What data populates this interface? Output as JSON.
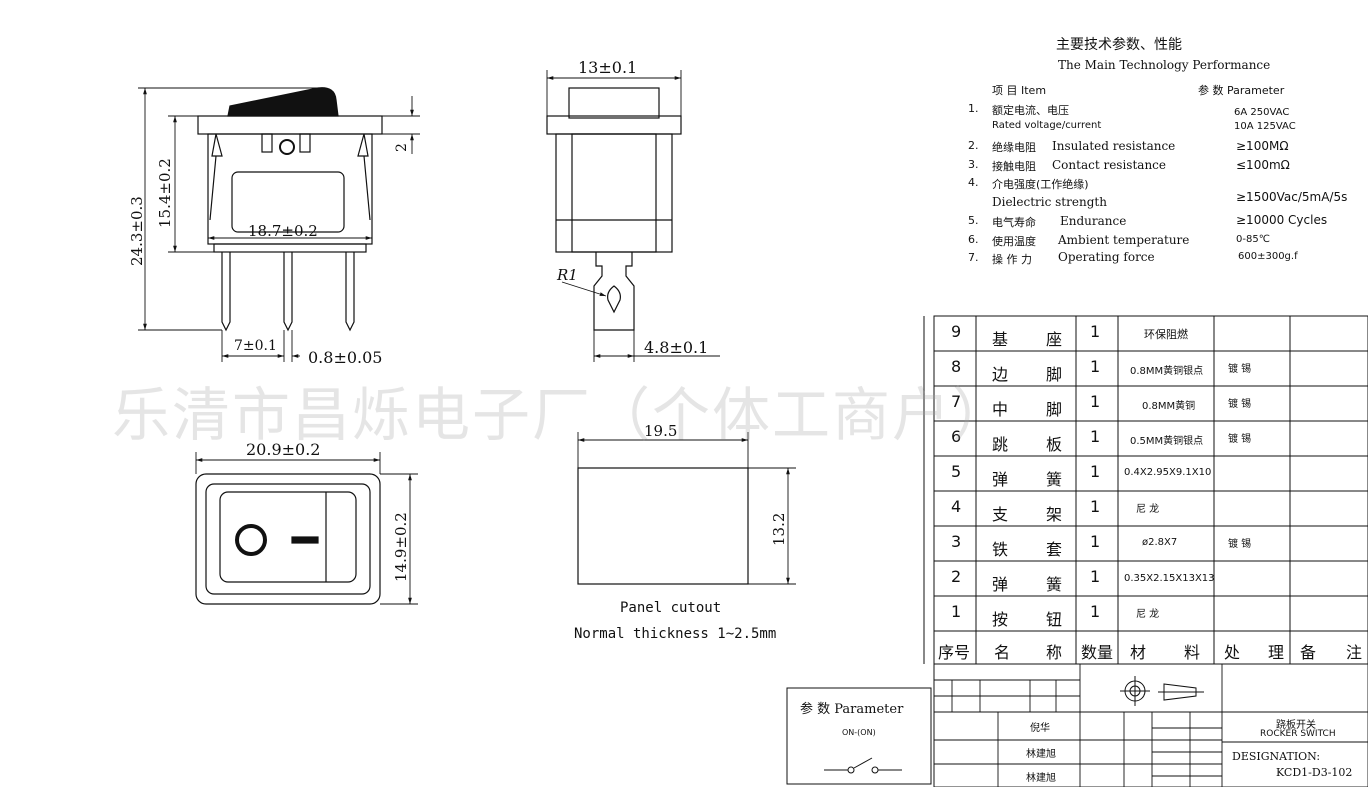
{
  "specs": {
    "title_cn": "主要技术参数、性能",
    "title_en": "The Main Technology Performance",
    "hdr_item": "项 目  Item",
    "hdr_param": "参 数  Parameter",
    "rows": [
      {
        "n": "1.",
        "cn": "额定电流、电压",
        "en": "Rated voltage/current",
        "v1": "6A    250VAC",
        "v2": "10A   125VAC"
      },
      {
        "n": "2.",
        "cn": "绝缘电阻",
        "en": "Insulated resistance",
        "v1": "≥100MΩ"
      },
      {
        "n": "3.",
        "cn": "接触电阻",
        "en": "Contact resistance",
        "v1": "≤100mΩ"
      },
      {
        "n": "4.",
        "cn": "介电强度(工作绝缘)",
        "en": "Dielectric strength",
        "v1": "≥1500Vac/5mA/5s"
      },
      {
        "n": "5.",
        "cn": "电气寿命",
        "en": "Endurance",
        "v1": "≥10000 Cycles"
      },
      {
        "n": "6.",
        "cn": "使用温度",
        "en": "Ambient temperature",
        "v1": "0-85℃"
      },
      {
        "n": "7.",
        "cn": "操 作 力",
        "en": "Operating force",
        "v1": "600±300g.f"
      }
    ]
  },
  "dims": {
    "d13": "13±0.1",
    "d2": "2",
    "d154": "15.4±0.2",
    "d243": "24.3±0.3",
    "d187": "18.7±0.2",
    "d7": "7±0.1",
    "d08": "0.8±0.05",
    "dR1": "R1",
    "d48": "4.8±0.1",
    "d209": "20.9±0.2",
    "d149": "14.9±0.2",
    "d195": "19.5",
    "d132": "13.2"
  },
  "panel": {
    "label": "Panel cutout",
    "thickness": "Normal thickness 1~2.5mm"
  },
  "watermark": "乐清市昌烁电子厂（个体工商户）",
  "bom": {
    "rows": [
      {
        "no": "9",
        "name1": "基",
        "name2": "座",
        "qty": "1",
        "mat": "环保阻燃",
        "proc": ""
      },
      {
        "no": "8",
        "name1": "边",
        "name2": "脚",
        "qty": "1",
        "mat": "0.8MM黄铜银点",
        "proc": "镀   锡"
      },
      {
        "no": "7",
        "name1": "中",
        "name2": "脚",
        "qty": "1",
        "mat": "0.8MM黄铜",
        "proc": "镀   锡"
      },
      {
        "no": "6",
        "name1": "跳",
        "name2": "板",
        "qty": "1",
        "mat": "0.5MM黄铜银点",
        "proc": "镀   锡"
      },
      {
        "no": "5",
        "name1": "弹",
        "name2": "簧",
        "qty": "1",
        "mat": "0.4X2.95X9.1X10",
        "proc": ""
      },
      {
        "no": "4",
        "name1": "支",
        "name2": "架",
        "qty": "1",
        "mat": "尼      龙",
        "proc": ""
      },
      {
        "no": "3",
        "name1": "铁",
        "name2": "套",
        "qty": "1",
        "mat": "ø2.8X7",
        "proc": "镀   锡"
      },
      {
        "no": "2",
        "name1": "弹",
        "name2": "簧",
        "qty": "1",
        "mat": "0.35X2.15X13X13",
        "proc": ""
      },
      {
        "no": "1",
        "name1": "按",
        "name2": "钮",
        "qty": "1",
        "mat": "尼      龙",
        "proc": ""
      }
    ],
    "hdr": {
      "no": "序号",
      "name1": "名",
      "name2": "称",
      "qty": "数量",
      "mat1": "材",
      "mat2": "料",
      "proc1": "处",
      "proc2": "理",
      "note1": "备",
      "note2": "注"
    }
  },
  "param_box": {
    "title": "参 数 Parameter",
    "mode": "ON-(ON)"
  },
  "titleblock": {
    "name_cn": "跷板开关",
    "name_en": "ROCKER SWITCH",
    "designation_label": "DESIGNATION:",
    "designation": "KCD1-D3-102",
    "person1": "倪华",
    "person2": "林建旭",
    "person3": "林建旭"
  }
}
